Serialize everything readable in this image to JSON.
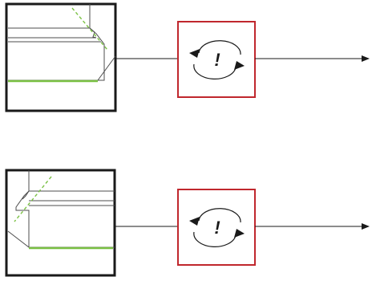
{
  "colors": {
    "frame": "#1a1a1a",
    "alert_box": "#c0272d",
    "green_line": "#7ac143",
    "green_dashed": "#7ac143",
    "arrow": "#1a1a1a",
    "background": "#ffffff"
  },
  "rows": [
    {
      "id": "top",
      "thumbnail_icon": "window-profile-thumbnail",
      "alert_icon": "cycle-exclamation-icon",
      "alert_symbol": "!"
    },
    {
      "id": "bottom",
      "thumbnail_icon": "window-profile-thumbnail",
      "alert_icon": "cycle-exclamation-icon",
      "alert_symbol": "!"
    }
  ]
}
